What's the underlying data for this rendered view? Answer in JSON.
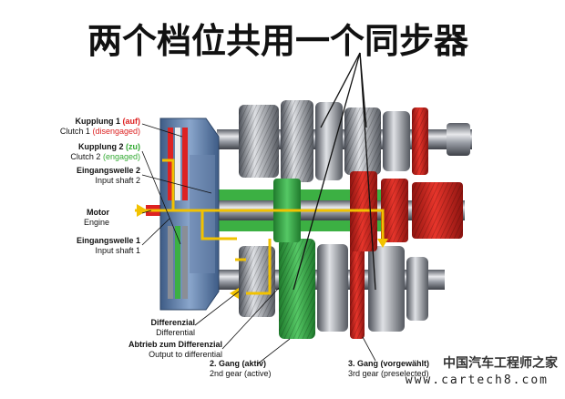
{
  "title": "两个档位共用一个同步器",
  "labels": {
    "clutch1": {
      "de": "Kupplung 1 ",
      "de_state": "(auf)",
      "en": "Clutch 1 ",
      "en_state": "(disengaged)"
    },
    "clutch2": {
      "de": "Kupplung 2 ",
      "de_state": "(zu)",
      "en": "Clutch 2 ",
      "en_state": "(engaged)"
    },
    "input2": {
      "de": "Eingangswelle 2",
      "en": "Input shaft 2"
    },
    "motor": {
      "de": "Motor",
      "en": "Engine"
    },
    "input1": {
      "de": "Eingangswelle 1",
      "en": "Input shaft 1"
    },
    "diff": {
      "de": "Differenzial",
      "en": "Differential"
    },
    "output": {
      "de": "Abtrieb zum Differenzial",
      "en": "Output to differential"
    },
    "gear2": {
      "de": "2. Gang (aktiv)",
      "en": "2nd gear (active)"
    },
    "gear3": {
      "de": "3. Gang (vorgewählt)",
      "en": "3rd gear (preselected)"
    }
  },
  "watermark": {
    "site": "中国汽车工程师之家",
    "url": "www.cartech8.com"
  },
  "colors": {
    "active_path": "#f2c200",
    "clutch_red": "#d22",
    "engaged_green": "#3a3",
    "shaft_green": "#3cb043",
    "gear_red": "#d9261c"
  }
}
